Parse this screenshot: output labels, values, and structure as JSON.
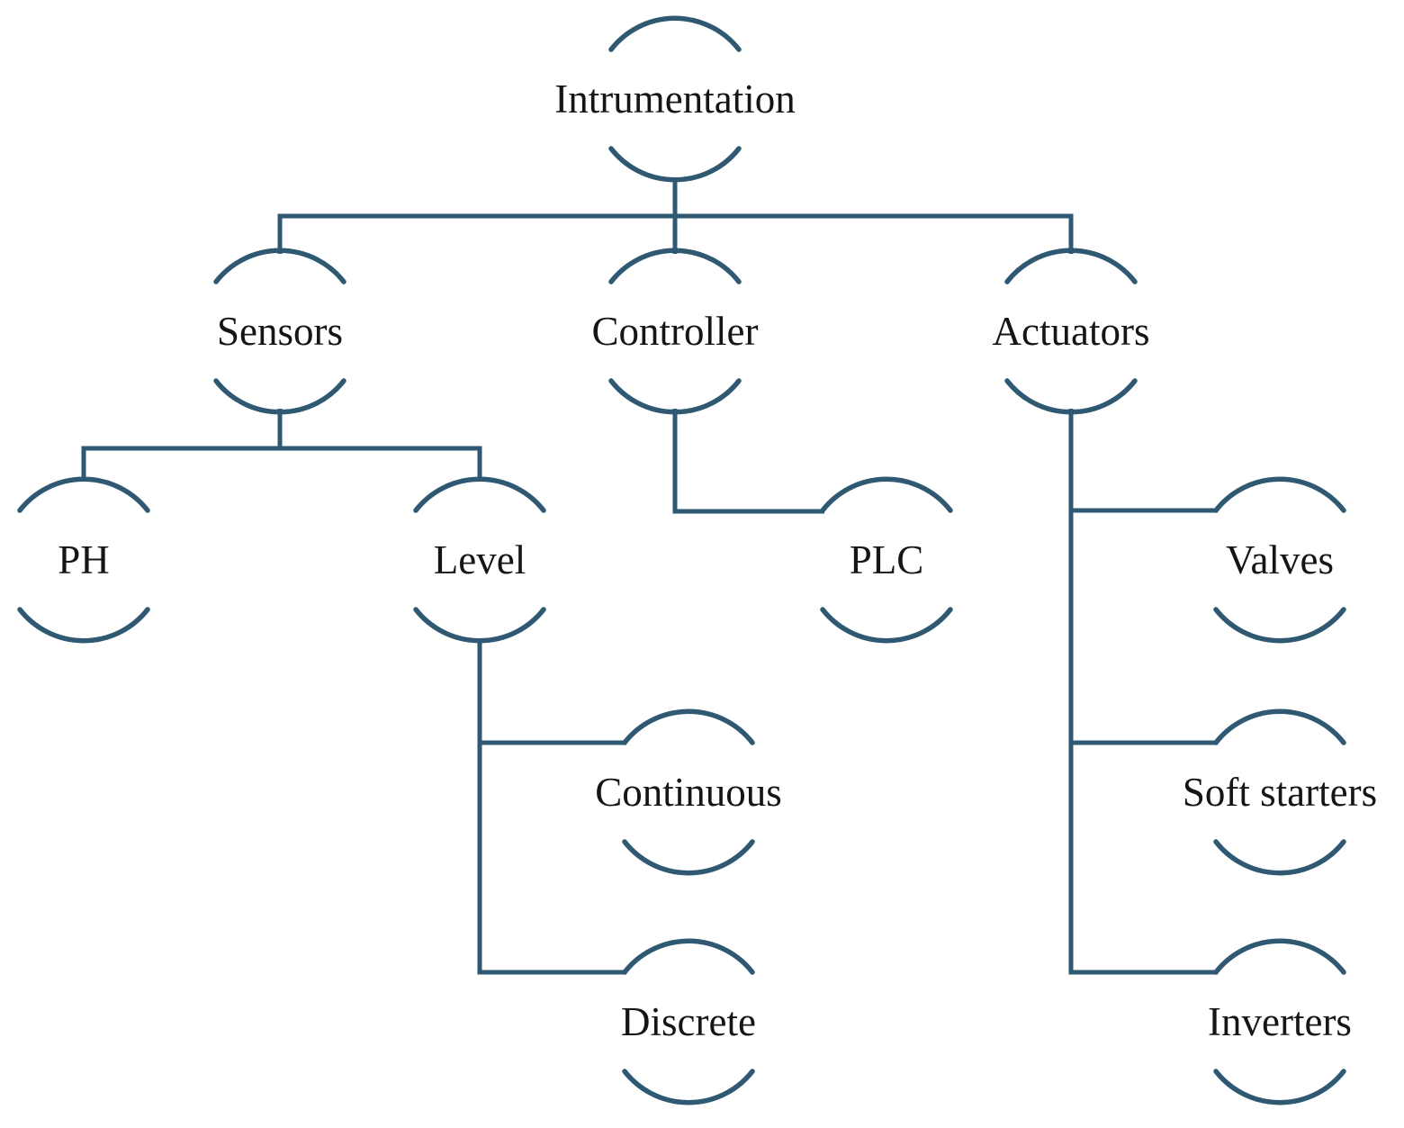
{
  "diagram": {
    "type": "tree",
    "background": "#ffffff",
    "colors": {
      "line": "#2f5873",
      "text": "#151515"
    },
    "nodes": {
      "root": {
        "label": "Intrumentation"
      },
      "sensors": {
        "label": "Sensors"
      },
      "controller": {
        "label": "Controller"
      },
      "actuators": {
        "label": "Actuators"
      },
      "ph": {
        "label": "PH"
      },
      "level": {
        "label": "Level"
      },
      "plc": {
        "label": "PLC"
      },
      "continuous": {
        "label": "Continuous"
      },
      "discrete": {
        "label": "Discrete"
      },
      "valves": {
        "label": "Valves"
      },
      "soft_starters": {
        "label": "Soft starters"
      },
      "inverters": {
        "label": "Inverters"
      }
    },
    "edges": [
      [
        "Intrumentation",
        "Sensors"
      ],
      [
        "Intrumentation",
        "Controller"
      ],
      [
        "Intrumentation",
        "Actuators"
      ],
      [
        "Sensors",
        "PH"
      ],
      [
        "Sensors",
        "Level"
      ],
      [
        "Controller",
        "PLC"
      ],
      [
        "Level",
        "Continuous"
      ],
      [
        "Level",
        "Discrete"
      ],
      [
        "Actuators",
        "Valves"
      ],
      [
        "Actuators",
        "Soft starters"
      ],
      [
        "Actuators",
        "Inverters"
      ]
    ]
  }
}
